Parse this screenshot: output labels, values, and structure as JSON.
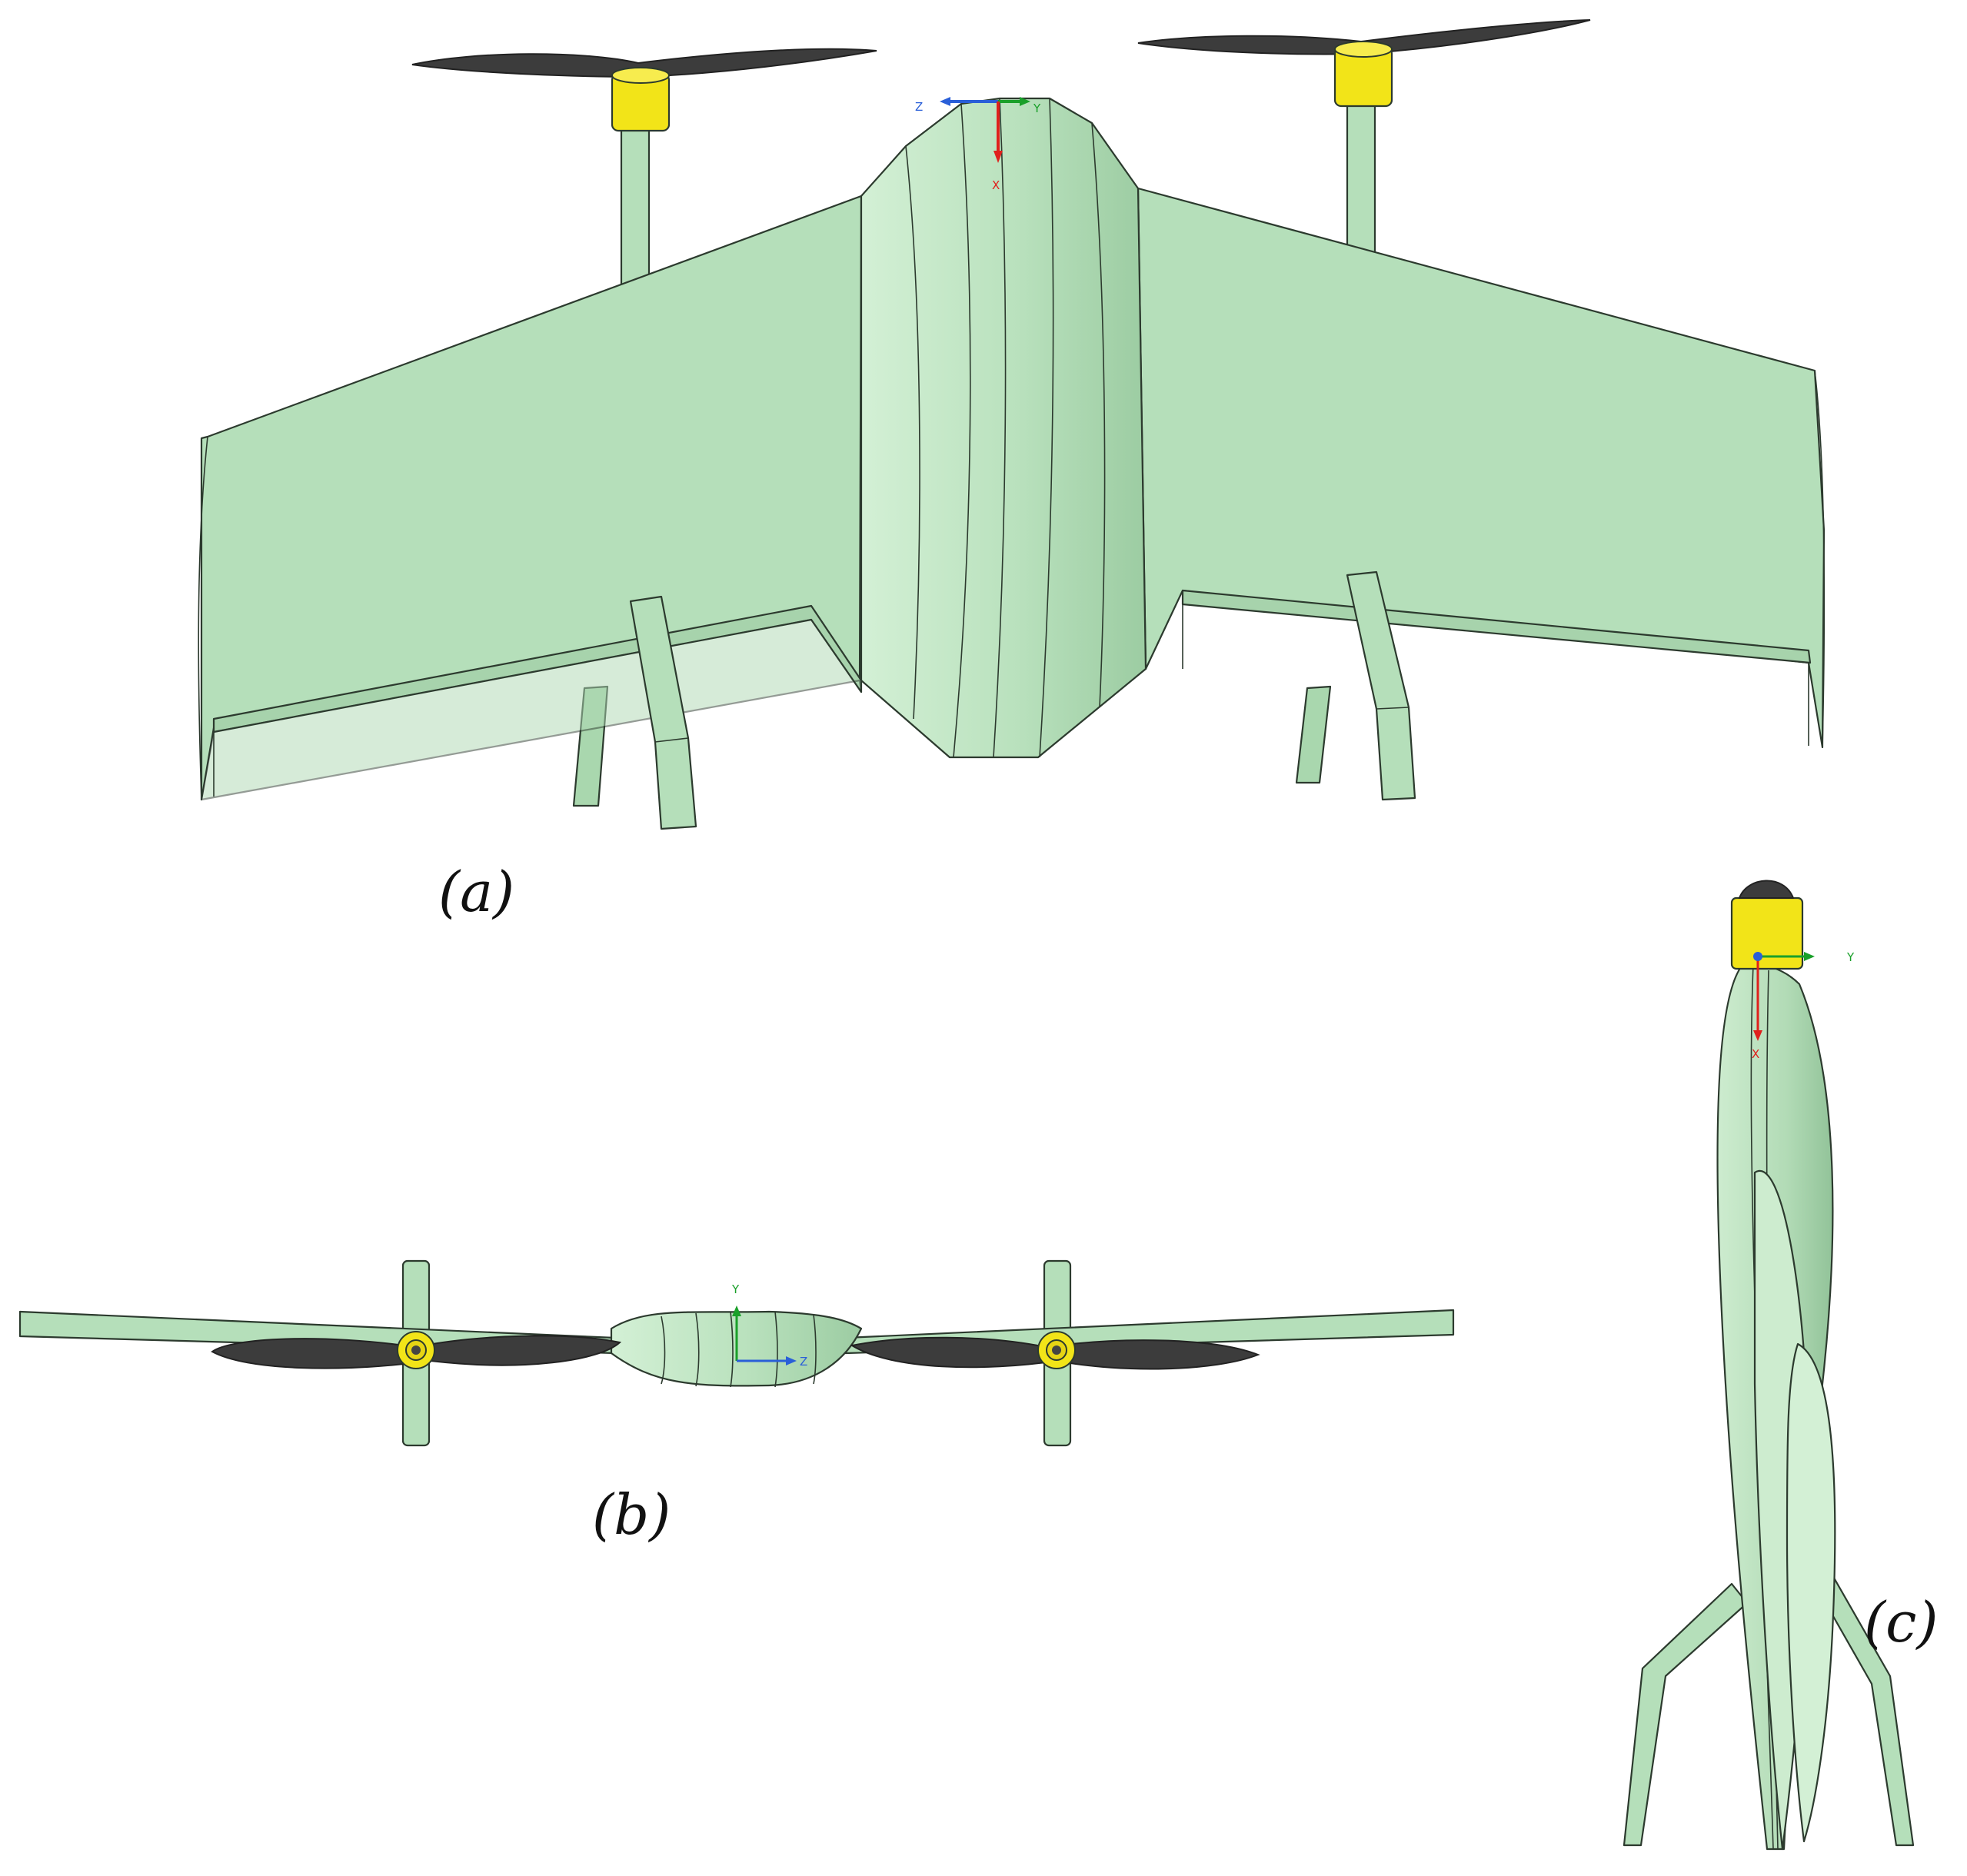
{
  "figure": {
    "panels": [
      {
        "id": "a",
        "caption": "(a)"
      },
      {
        "id": "b",
        "caption": "(b)"
      },
      {
        "id": "c",
        "caption": "(c)"
      }
    ],
    "axes_labels": {
      "x": "X",
      "y": "Y",
      "z": "Z"
    },
    "colors": {
      "airframe": "#b5dfba",
      "airframe_light": "#cdeccf",
      "airframe_shadow": "#9ccca2",
      "motor": "#f2e418",
      "propeller": "#3c3c3c",
      "outline": "#2c3a2e",
      "axis_x": "#e0201c",
      "axis_y": "#1aa02a",
      "axis_z": "#2a5fd8"
    }
  }
}
